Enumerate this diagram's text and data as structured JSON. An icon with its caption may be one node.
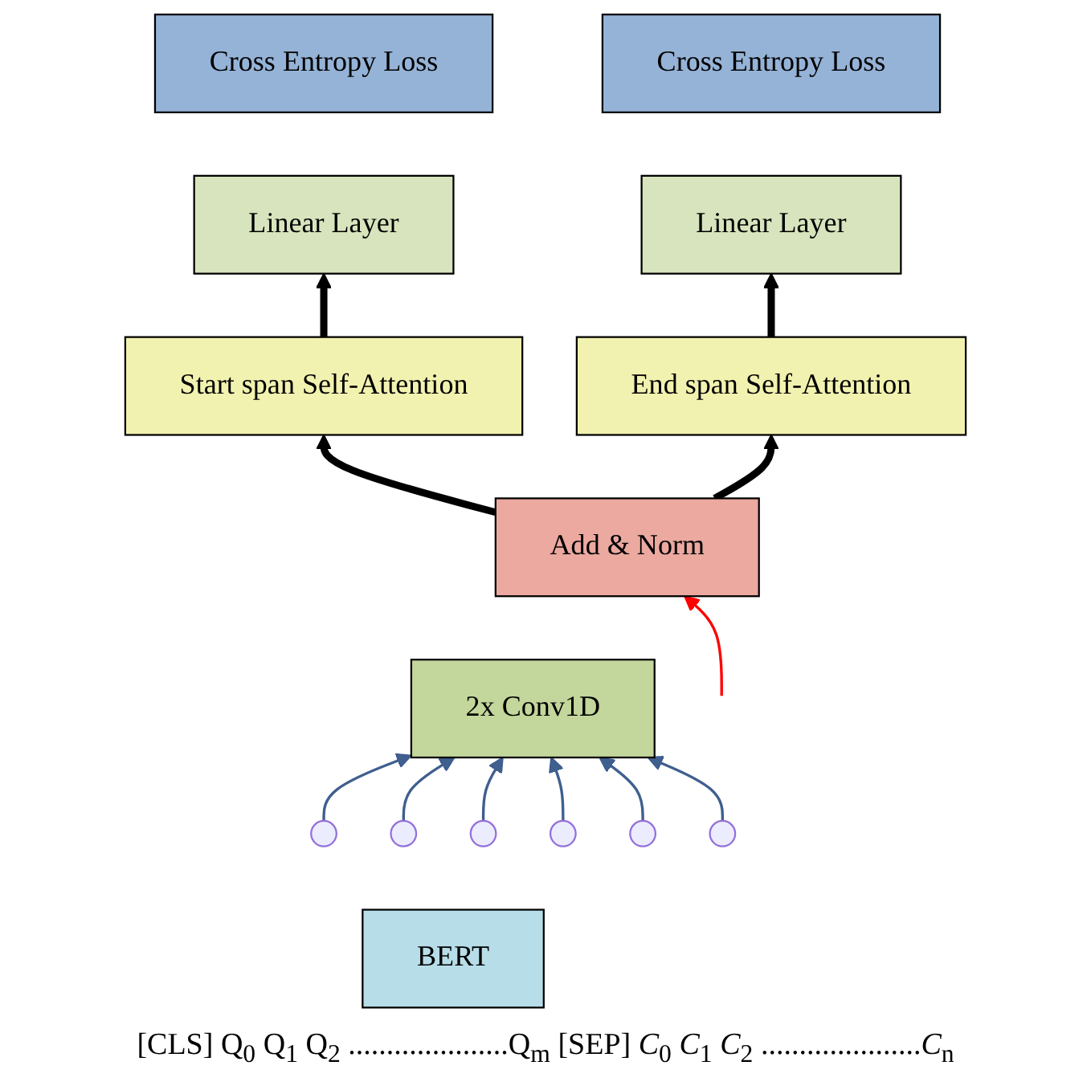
{
  "diagram": {
    "nodes": [
      {
        "text": [
          "Cross Entropy Loss"
        ]
      },
      {
        "text": [
          "Linear Layer"
        ]
      },
      {
        "text": [
          "Cross Entropy Loss"
        ]
      },
      {
        "text": [
          "Linear Layer"
        ]
      },
      {
        "text": [
          "Start span Self-Attention"
        ]
      },
      {
        "text": [
          "End span Self-Attention"
        ]
      },
      {
        "text": [
          "Add & Norm"
        ]
      },
      {
        "text": [
          "2x Conv1D"
        ]
      },
      {
        "text": [],
        "shape": "circle"
      },
      {
        "text": [],
        "shape": "circle"
      },
      {
        "text": [],
        "shape": "circle"
      },
      {
        "text": [],
        "shape": "circle"
      },
      {
        "text": [],
        "shape": "circle"
      },
      {
        "text": [],
        "shape": "circle"
      },
      {
        "text": [
          "BERT"
        ]
      }
    ],
    "edges": [
      {
        "from": 4,
        "to": 1,
        "arrow": "to",
        "style": "thick",
        "color": "#000000"
      },
      {
        "from": 5,
        "to": 3,
        "arrow": "to",
        "style": "thick",
        "color": "#000000"
      },
      {
        "from": 6,
        "to": 4,
        "arrow": "to",
        "style": "thick",
        "color": "#000000"
      },
      {
        "from": 6,
        "to": 5,
        "arrow": "to",
        "style": "thick",
        "color": "#000000"
      },
      {
        "from": null,
        "to": 6,
        "arrow": "to",
        "color": "#ff0000"
      },
      {
        "from": 8,
        "to": 7,
        "arrow": "to"
      },
      {
        "from": 9,
        "to": 7,
        "arrow": "to"
      },
      {
        "from": 10,
        "to": 7,
        "arrow": "to"
      },
      {
        "from": 11,
        "to": 7,
        "arrow": "to"
      },
      {
        "from": 12,
        "to": 7,
        "arrow": "to"
      },
      {
        "from": 13,
        "to": 7,
        "arrow": "to"
      }
    ],
    "labels": [
      "[CLS] Q$_{0}$ Q$_{1}$ Q$_{2}$ .....................Q$_{m}$ [SEP] *C*$_{0}$ *C*$_{1}$ *C*$_{2}$ .....................*C*$_{n}$"
    ]
  }
}
